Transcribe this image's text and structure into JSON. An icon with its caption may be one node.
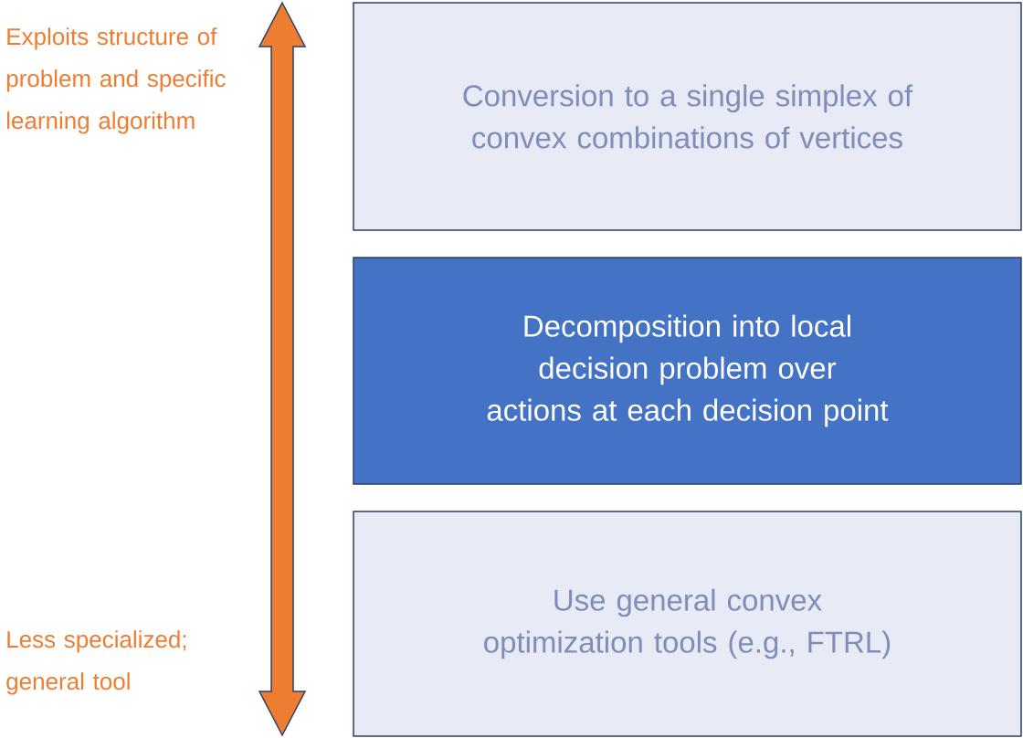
{
  "diagram": {
    "nodes": [
      {
        "text": [
          "Conversion to a single simplex of convex combinations of vertices"
        ]
      },
      {
        "text": [
          "Decomposition into local decision problem over actions at each decision point"
        ]
      },
      {
        "text": [
          "Use general convex optimization tools (e.g., FTRL)"
        ]
      }
    ],
    "labels": [
      "Exploits structure of problem and specific learning algorithm",
      "Less specialized; general tool"
    ]
  }
}
